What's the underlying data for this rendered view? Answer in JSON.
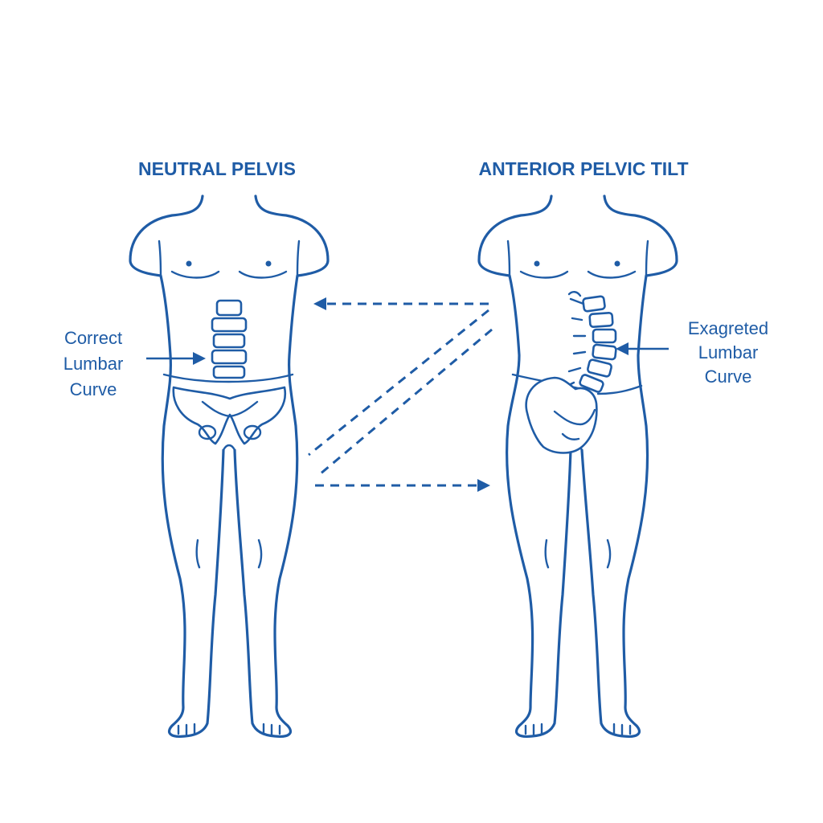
{
  "left_figure": {
    "title": "NEUTRAL PELVIS",
    "label_lines": [
      "Correct",
      "Lumbar",
      "Curve"
    ]
  },
  "right_figure": {
    "title": "ANTERIOR PELVIC TILT",
    "label_lines": [
      "Exagreted",
      "Lumbar",
      "Curve"
    ]
  },
  "colors": {
    "line": "#1f5ca6",
    "background": "#ffffff"
  }
}
